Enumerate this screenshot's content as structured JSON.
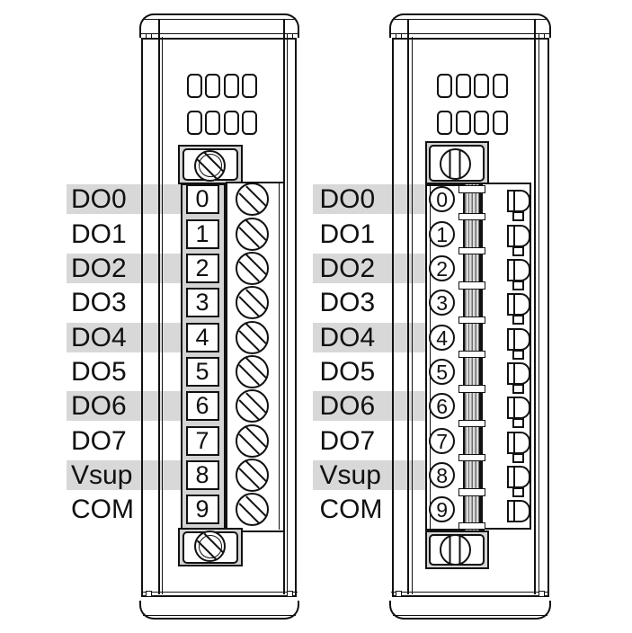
{
  "figure": {
    "description": "Two module front views with 10-position detachable terminal blocks",
    "colors": {
      "line": "#111111",
      "shade_band": "#d8d8d8",
      "block_fill": "#d4d4d4"
    },
    "pinout": {
      "rows": [
        {
          "signal": "DO0",
          "terminal": "0",
          "shaded": true
        },
        {
          "signal": "DO1",
          "terminal": "1",
          "shaded": false
        },
        {
          "signal": "DO2",
          "terminal": "2",
          "shaded": true
        },
        {
          "signal": "DO3",
          "terminal": "3",
          "shaded": false
        },
        {
          "signal": "DO4",
          "terminal": "4",
          "shaded": true
        },
        {
          "signal": "DO5",
          "terminal": "5",
          "shaded": false
        },
        {
          "signal": "DO6",
          "terminal": "6",
          "shaded": true
        },
        {
          "signal": "DO7",
          "terminal": "7",
          "shaded": false
        },
        {
          "signal": "Vsup",
          "terminal": "8",
          "shaded": true
        },
        {
          "signal": "COM",
          "terminal": "9",
          "shaded": false
        }
      ]
    },
    "modules": [
      {
        "id": "screw-terminal-module",
        "terminal_style": "screw"
      },
      {
        "id": "spring-terminal-module",
        "terminal_style": "spring"
      }
    ]
  }
}
